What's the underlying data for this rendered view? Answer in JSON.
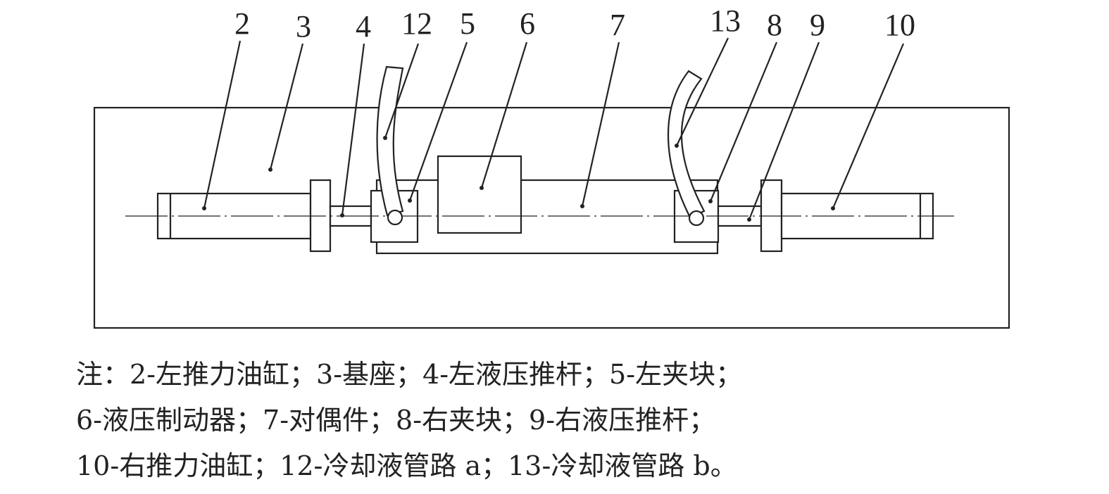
{
  "callouts": {
    "c2": "2",
    "c3": "3",
    "c4": "4",
    "c12": "12",
    "c5": "5",
    "c6": "6",
    "c7": "7",
    "c13": "13",
    "c8": "8",
    "c9": "9",
    "c10": "10"
  },
  "caption": {
    "line1": "注：2-左推力油缸；3-基座；4-左液压推杆；5-左夹块；",
    "line2": "6-液压制动器；7-对偶件；8-右夹块；9-右液压推杆；",
    "line3": "10-右推力油缸；12-冷却液管路 a；13-冷却液管路 b。"
  }
}
